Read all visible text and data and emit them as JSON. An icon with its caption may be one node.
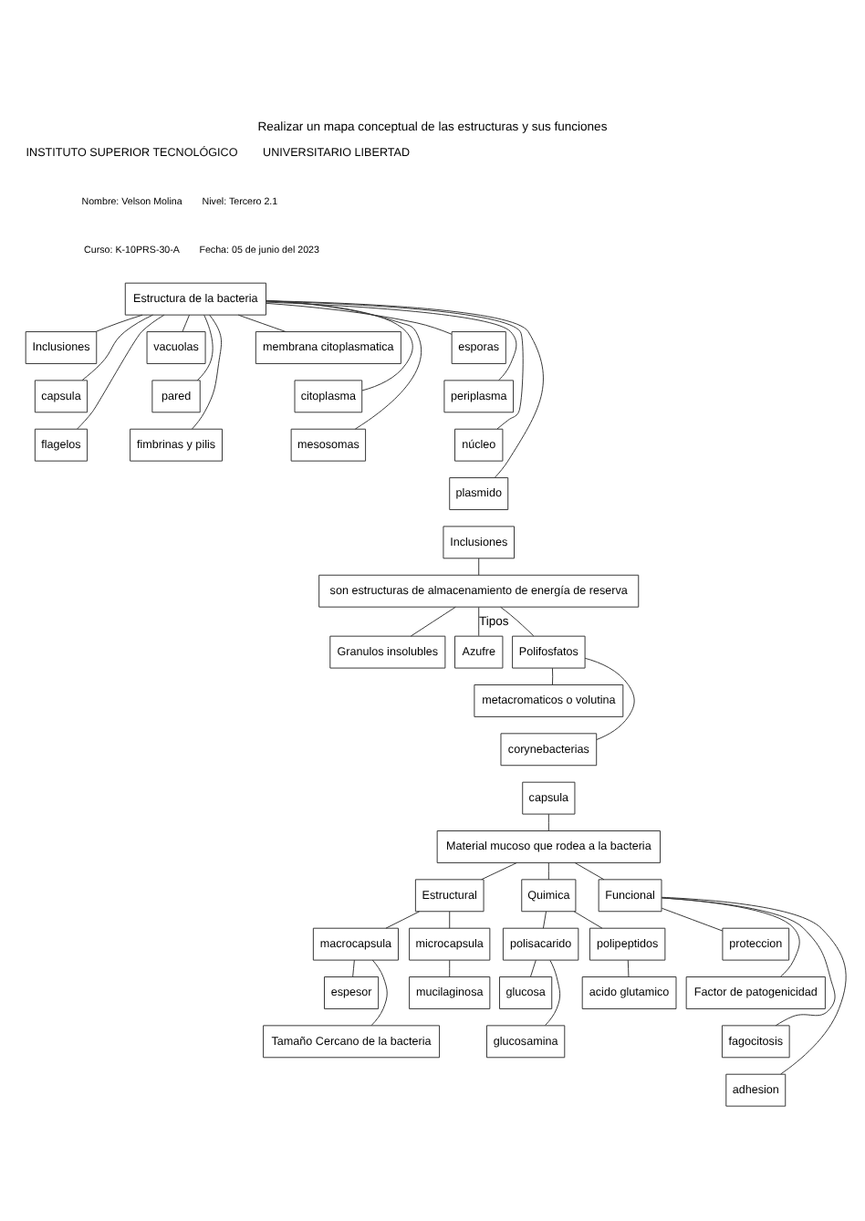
{
  "diagram": {
    "title": "Realizar un mapa conceptual de las estructuras y sus funciones",
    "nodes": [
      {
        "text": [
          "Estructura de la bacteria"
        ]
      },
      {
        "text": [
          "Inclusiones"
        ]
      },
      {
        "text": [
          "capsula"
        ]
      },
      {
        "text": [
          "flagelos"
        ]
      },
      {
        "text": [
          "vacuolas"
        ]
      },
      {
        "text": [
          "pared"
        ]
      },
      {
        "text": [
          "fimbrinas y pilis"
        ]
      },
      {
        "text": [
          "membrana citoplasmatica"
        ]
      },
      {
        "text": [
          "citoplasma"
        ]
      },
      {
        "text": [
          "mesosomas"
        ]
      },
      {
        "text": [
          "esporas"
        ]
      },
      {
        "text": [
          "periplasma"
        ]
      },
      {
        "text": [
          "núcleo"
        ]
      },
      {
        "text": [
          "plasmido"
        ]
      },
      {
        "text": [
          "Inclusiones"
        ]
      },
      {
        "text": [
          "son estructuras de almacenamiento de energía de reserva"
        ]
      },
      {
        "text": [
          "Granulos insolubles"
        ]
      },
      {
        "text": [
          "Azufre"
        ]
      },
      {
        "text": [
          "Polifosfatos"
        ]
      },
      {
        "text": [
          "metacromaticos o volutina"
        ]
      },
      {
        "text": [
          "corynebacterias"
        ]
      },
      {
        "text": [
          "capsula"
        ]
      },
      {
        "text": [
          "Material mucoso que rodea a la bacteria"
        ]
      },
      {
        "text": [
          "Estructural"
        ]
      },
      {
        "text": [
          "Quimica"
        ]
      },
      {
        "text": [
          "Funcional"
        ]
      },
      {
        "text": [
          "macrocapsula"
        ]
      },
      {
        "text": [
          "microcapsula"
        ]
      },
      {
        "text": [
          "espesor"
        ]
      },
      {
        "text": [
          "Tamaño Cercano de la bacteria"
        ]
      },
      {
        "text": [
          "mucilaginosa"
        ]
      },
      {
        "text": [
          "polisacarido"
        ]
      },
      {
        "text": [
          "polipeptidos"
        ]
      },
      {
        "text": [
          "glucosa"
        ]
      },
      {
        "text": [
          "glucosamina"
        ]
      },
      {
        "text": [
          "acido glutamico"
        ]
      },
      {
        "text": [
          "proteccion"
        ]
      },
      {
        "text": [
          "Factor de patogenicidad"
        ]
      },
      {
        "text": [
          "fagocitosis"
        ]
      },
      {
        "text": [
          "adhesion"
        ]
      }
    ],
    "edges": [
      {
        "from": 0,
        "to": 1,
        "arrow": "none"
      },
      {
        "from": 0,
        "to": 2,
        "arrow": "none"
      },
      {
        "from": 0,
        "to": 3,
        "arrow": "none"
      },
      {
        "from": 0,
        "to": 4,
        "arrow": "none"
      },
      {
        "from": 0,
        "to": 5,
        "arrow": "none"
      },
      {
        "from": 0,
        "to": 6,
        "arrow": "none"
      },
      {
        "from": 0,
        "to": 7,
        "arrow": "none"
      },
      {
        "from": 0,
        "to": 8,
        "arrow": "none"
      },
      {
        "from": 0,
        "to": 9,
        "arrow": "none"
      },
      {
        "from": 0,
        "to": 10,
        "arrow": "none"
      },
      {
        "from": 0,
        "to": 11,
        "arrow": "none"
      },
      {
        "from": 0,
        "to": 12,
        "arrow": "none"
      },
      {
        "from": 0,
        "to": 13,
        "arrow": "none"
      },
      {
        "from": 14,
        "to": 15,
        "arrow": "none"
      },
      {
        "from": 15,
        "to": 16,
        "arrow": "none"
      },
      {
        "from": 15,
        "to": 17,
        "arrow": "none",
        "label": "Tipos"
      },
      {
        "from": 15,
        "to": 18,
        "arrow": "none"
      },
      {
        "from": 18,
        "to": 19,
        "arrow": "none"
      },
      {
        "from": 18,
        "to": 20,
        "arrow": "none"
      },
      {
        "from": 21,
        "to": 22,
        "arrow": "none"
      },
      {
        "from": 22,
        "to": 23,
        "arrow": "none"
      },
      {
        "from": 22,
        "to": 24,
        "arrow": "none"
      },
      {
        "from": 22,
        "to": 25,
        "arrow": "none"
      },
      {
        "from": 23,
        "to": 26,
        "arrow": "none"
      },
      {
        "from": 23,
        "to": 27,
        "arrow": "none"
      },
      {
        "from": 26,
        "to": 28,
        "arrow": "none"
      },
      {
        "from": 26,
        "to": 29,
        "arrow": "none"
      },
      {
        "from": 27,
        "to": 30,
        "arrow": "none"
      },
      {
        "from": 24,
        "to": 31,
        "arrow": "none"
      },
      {
        "from": 24,
        "to": 32,
        "arrow": "none"
      },
      {
        "from": 31,
        "to": 33,
        "arrow": "none"
      },
      {
        "from": 31,
        "to": 34,
        "arrow": "none"
      },
      {
        "from": 32,
        "to": 35,
        "arrow": "none"
      },
      {
        "from": 25,
        "to": 36,
        "arrow": "none"
      },
      {
        "from": 25,
        "to": 37,
        "arrow": "none"
      },
      {
        "from": 25,
        "to": 38,
        "arrow": "none"
      },
      {
        "from": 25,
        "to": 39,
        "arrow": "none"
      }
    ],
    "labels": [
      "INSTITUTO SUPERIOR TECNOLÓGICO",
      "UNIVERSITARIO LIBERTAD",
      "Nombre: Velson Molina",
      "Nivel: Tercero 2.1",
      "Curso: K-10PRS-30-A",
      "Fecha: 05 de junio del 2023"
    ]
  }
}
